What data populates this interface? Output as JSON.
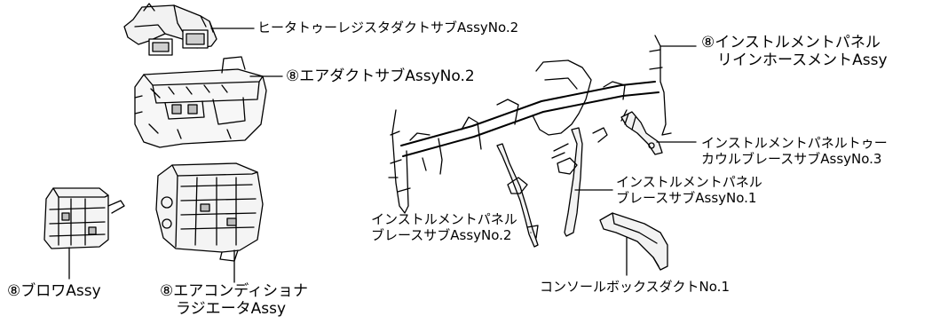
{
  "labels": {
    "heater_duct": "ヒータトゥーレジスタダクトサブAssyNo.2",
    "air_duct": "⑧エアダクトサブAssyNo.2",
    "reinforcement_line1": "⑧インストルメントパネル",
    "reinforcement_line2": "リインホースメントAssy",
    "to_cowl_line1": "インストルメントパネルトゥー",
    "to_cowl_line2": "カウルブレースサブAssyNo.3",
    "brace1_line1": "インストルメントパネル",
    "brace1_line2": "ブレースサブAssyNo.1",
    "brace2_line1": "インストルメントパネル",
    "brace2_line2": "ブレースサブAssyNo.2",
    "console_duct": "コンソールボックスダクトNo.1",
    "blower": "⑧ブロワAssy",
    "radiator_line1": "⑧エアコンディショナ",
    "radiator_line2": "ラジエータAssy"
  }
}
